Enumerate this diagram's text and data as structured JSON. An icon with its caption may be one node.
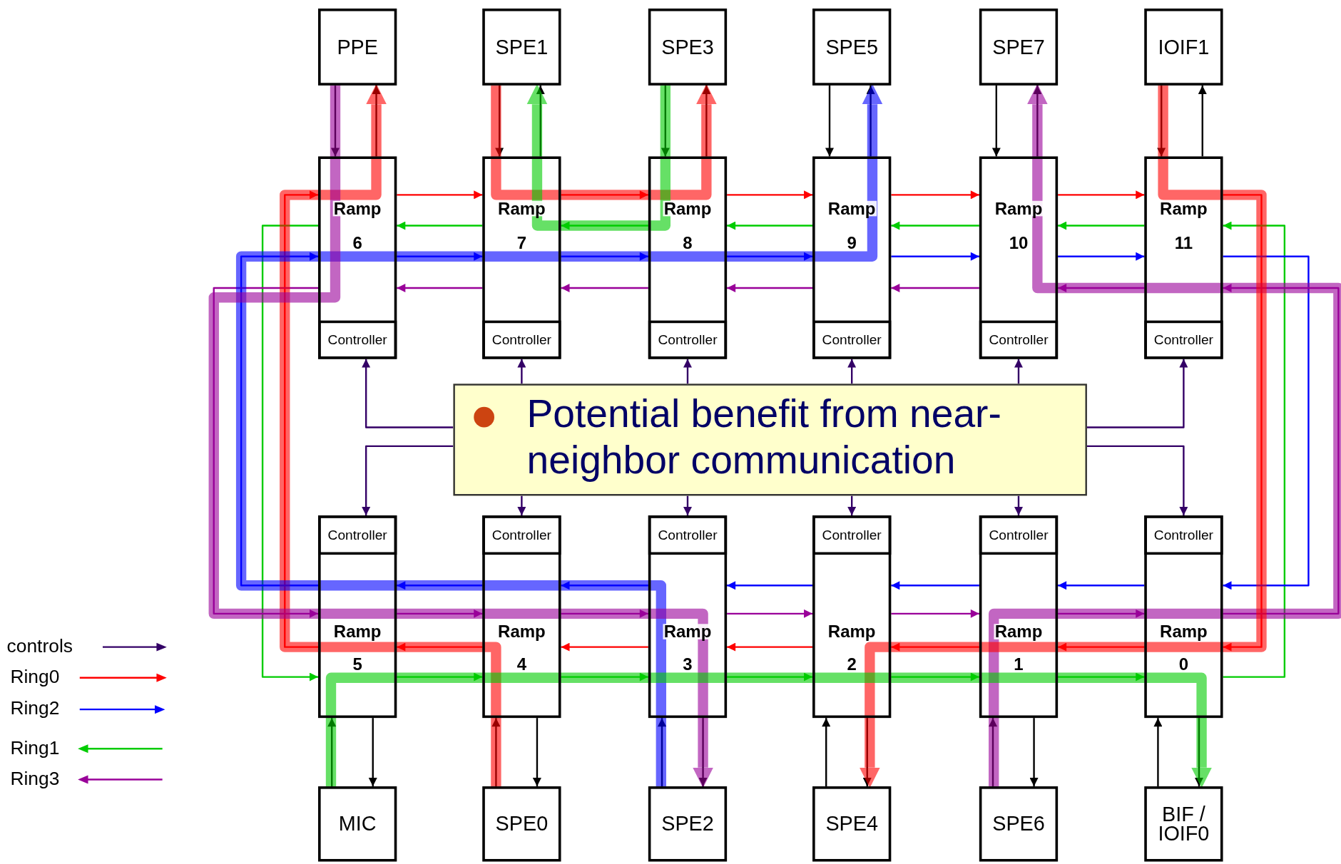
{
  "diagram": {
    "nodes": [
      {
        "text": [
          "PPE"
        ]
      },
      {
        "text": [
          "SPE1"
        ]
      },
      {
        "text": [
          "SPE3"
        ]
      },
      {
        "text": [
          "SPE5"
        ]
      },
      {
        "text": [
          "SPE7"
        ]
      },
      {
        "text": [
          "IOIF1"
        ]
      },
      {
        "text": [
          "Ramp",
          "6"
        ]
      },
      {
        "text": [
          "Controller"
        ],
        "in": 6
      },
      {
        "text": [
          "Ramp",
          "7"
        ]
      },
      {
        "text": [
          "Controller"
        ],
        "in": 8
      },
      {
        "text": [
          "Ramp",
          "8"
        ]
      },
      {
        "text": [
          "Controller"
        ],
        "in": 10
      },
      {
        "text": [
          "Ramp",
          "9"
        ]
      },
      {
        "text": [
          "Controller"
        ],
        "in": 12
      },
      {
        "text": [
          "Ramp",
          "10"
        ]
      },
      {
        "text": [
          "Controller"
        ],
        "in": 14
      },
      {
        "text": [
          "Ramp",
          "11"
        ]
      },
      {
        "text": [
          "Controller"
        ],
        "in": 16
      },
      {
        "text": [
          "Potential benefit from near-neighbor communication"
        ]
      },
      {
        "text": [
          "Ramp",
          "5"
        ]
      },
      {
        "text": [
          "Controller"
        ],
        "in": 19
      },
      {
        "text": [
          "Ramp",
          "4"
        ]
      },
      {
        "text": [
          "Controller"
        ],
        "in": 21
      },
      {
        "text": [
          "Ramp",
          "3"
        ]
      },
      {
        "text": [
          "Controller"
        ],
        "in": 23
      },
      {
        "text": [
          "Ramp",
          "2"
        ]
      },
      {
        "text": [
          "Controller"
        ],
        "in": 25
      },
      {
        "text": [
          "Ramp",
          "1"
        ]
      },
      {
        "text": [
          "Controller"
        ],
        "in": 27
      },
      {
        "text": [
          "Ramp",
          "0"
        ]
      },
      {
        "text": [
          "Controller"
        ],
        "in": 29
      },
      {
        "text": [
          "MIC"
        ]
      },
      {
        "text": [
          "SPE0"
        ]
      },
      {
        "text": [
          "SPE2"
        ]
      },
      {
        "text": [
          "SPE4"
        ]
      },
      {
        "text": [
          "SPE6"
        ]
      },
      {
        "text": [
          "BIF / IOIF0"
        ]
      }
    ],
    "edges": [
      {
        "from": 0,
        "to": 6,
        "arrow": "to"
      },
      {
        "from": 6,
        "to": 0,
        "arrow": "to"
      },
      {
        "from": 1,
        "to": 8,
        "arrow": "to"
      },
      {
        "from": 8,
        "to": 1,
        "arrow": "to"
      },
      {
        "from": 2,
        "to": 10,
        "arrow": "to"
      },
      {
        "from": 10,
        "to": 2,
        "arrow": "to"
      },
      {
        "from": 3,
        "to": 12,
        "arrow": "to"
      },
      {
        "from": 12,
        "to": 3,
        "arrow": "to"
      },
      {
        "from": 4,
        "to": 14,
        "arrow": "to"
      },
      {
        "from": 14,
        "to": 4,
        "arrow": "to"
      },
      {
        "from": 5,
        "to": 16,
        "arrow": "to"
      },
      {
        "from": 16,
        "to": 5,
        "arrow": "to"
      },
      {
        "from": 31,
        "to": 19,
        "arrow": "to"
      },
      {
        "from": 19,
        "to": 31,
        "arrow": "to"
      },
      {
        "from": 32,
        "to": 21,
        "arrow": "to"
      },
      {
        "from": 21,
        "to": 32,
        "arrow": "to"
      },
      {
        "from": 33,
        "to": 23,
        "arrow": "to"
      },
      {
        "from": 23,
        "to": 33,
        "arrow": "to"
      },
      {
        "from": 34,
        "to": 25,
        "arrow": "to"
      },
      {
        "from": 25,
        "to": 34,
        "arrow": "to"
      },
      {
        "from": 35,
        "to": 27,
        "arrow": "to"
      },
      {
        "from": 27,
        "to": 35,
        "arrow": "to"
      },
      {
        "from": 36,
        "to": 29,
        "arrow": "to"
      },
      {
        "from": 29,
        "to": 36,
        "arrow": "to"
      },
      {
        "from": 18,
        "to": 7,
        "arrow": "to",
        "color": "#330066"
      },
      {
        "from": 18,
        "to": 9,
        "arrow": "to",
        "color": "#330066"
      },
      {
        "from": 18,
        "to": 11,
        "arrow": "to",
        "color": "#330066"
      },
      {
        "from": 18,
        "to": 13,
        "arrow": "to",
        "color": "#330066"
      },
      {
        "from": 18,
        "to": 15,
        "arrow": "to",
        "color": "#330066"
      },
      {
        "from": 18,
        "to": 17,
        "arrow": "to",
        "color": "#330066"
      },
      {
        "from": 18,
        "to": 20,
        "arrow": "to",
        "color": "#330066"
      },
      {
        "from": 18,
        "to": 22,
        "arrow": "to",
        "color": "#330066"
      },
      {
        "from": 18,
        "to": 24,
        "arrow": "to",
        "color": "#330066"
      },
      {
        "from": 18,
        "to": 26,
        "arrow": "to",
        "color": "#330066"
      },
      {
        "from": 18,
        "to": 28,
        "arrow": "to",
        "color": "#330066"
      },
      {
        "from": 18,
        "to": 30,
        "arrow": "to",
        "color": "#330066"
      },
      {
        "from": 6,
        "to": 8,
        "arrow": "to",
        "color": "#ff0000"
      },
      {
        "from": 8,
        "to": 10,
        "arrow": "to",
        "color": "#ff0000"
      },
      {
        "from": 10,
        "to": 12,
        "arrow": "to",
        "color": "#ff0000"
      },
      {
        "from": 12,
        "to": 14,
        "arrow": "to",
        "color": "#ff0000"
      },
      {
        "from": 14,
        "to": 16,
        "arrow": "to",
        "color": "#ff0000"
      },
      {
        "from": 16,
        "to": 29,
        "arrow": "to",
        "color": "#ff0000"
      },
      {
        "from": 29,
        "to": 27,
        "arrow": "to",
        "color": "#ff0000"
      },
      {
        "from": 27,
        "to": 25,
        "arrow": "to",
        "color": "#ff0000"
      },
      {
        "from": 25,
        "to": 23,
        "arrow": "to",
        "color": "#ff0000"
      },
      {
        "from": 23,
        "to": 21,
        "arrow": "to",
        "color": "#ff0000"
      },
      {
        "from": 21,
        "to": 19,
        "arrow": "to",
        "color": "#ff0000"
      },
      {
        "from": 19,
        "to": 6,
        "arrow": "to",
        "color": "#ff0000"
      },
      {
        "from": 16,
        "to": 14,
        "arrow": "to",
        "color": "#00cc00"
      },
      {
        "from": 14,
        "to": 12,
        "arrow": "to",
        "color": "#00cc00"
      },
      {
        "from": 12,
        "to": 10,
        "arrow": "to",
        "color": "#00cc00"
      },
      {
        "from": 10,
        "to": 8,
        "arrow": "to",
        "color": "#00cc00"
      },
      {
        "from": 8,
        "to": 6,
        "arrow": "to",
        "color": "#00cc00"
      },
      {
        "from": 6,
        "to": 19,
        "arrow": "to",
        "color": "#00cc00"
      },
      {
        "from": 19,
        "to": 21,
        "arrow": "to",
        "color": "#00cc00"
      },
      {
        "from": 21,
        "to": 23,
        "arrow": "to",
        "color": "#00cc00"
      },
      {
        "from": 23,
        "to": 25,
        "arrow": "to",
        "color": "#00cc00"
      },
      {
        "from": 25,
        "to": 27,
        "arrow": "to",
        "color": "#00cc00"
      },
      {
        "from": 27,
        "to": 29,
        "arrow": "to",
        "color": "#00cc00"
      },
      {
        "from": 29,
        "to": 16,
        "arrow": "to",
        "color": "#00cc00"
      },
      {
        "from": 6,
        "to": 8,
        "arrow": "to",
        "color": "#0000ff"
      },
      {
        "from": 8,
        "to": 10,
        "arrow": "to",
        "color": "#0000ff"
      },
      {
        "from": 10,
        "to": 12,
        "arrow": "to",
        "color": "#0000ff"
      },
      {
        "from": 12,
        "to": 14,
        "arrow": "to",
        "color": "#0000ff"
      },
      {
        "from": 14,
        "to": 16,
        "arrow": "to",
        "color": "#0000ff"
      },
      {
        "from": 16,
        "to": 29,
        "arrow": "to",
        "color": "#0000ff"
      },
      {
        "from": 29,
        "to": 27,
        "arrow": "to",
        "color": "#0000ff"
      },
      {
        "from": 27,
        "to": 25,
        "arrow": "to",
        "color": "#0000ff"
      },
      {
        "from": 25,
        "to": 23,
        "arrow": "to",
        "color": "#0000ff"
      },
      {
        "from": 23,
        "to": 21,
        "arrow": "to",
        "color": "#0000ff"
      },
      {
        "from": 21,
        "to": 19,
        "arrow": "to",
        "color": "#0000ff"
      },
      {
        "from": 19,
        "to": 6,
        "arrow": "to",
        "color": "#0000ff"
      },
      {
        "from": 16,
        "to": 14,
        "arrow": "to",
        "color": "#990099"
      },
      {
        "from": 14,
        "to": 12,
        "arrow": "to",
        "color": "#990099"
      },
      {
        "from": 12,
        "to": 10,
        "arrow": "to",
        "color": "#990099"
      },
      {
        "from": 10,
        "to": 8,
        "arrow": "to",
        "color": "#990099"
      },
      {
        "from": 8,
        "to": 6,
        "arrow": "to",
        "color": "#990099"
      },
      {
        "from": 6,
        "to": 19,
        "arrow": "to",
        "color": "#990099"
      },
      {
        "from": 19,
        "to": 21,
        "arrow": "to",
        "color": "#990099"
      },
      {
        "from": 21,
        "to": 23,
        "arrow": "to",
        "color": "#990099"
      },
      {
        "from": 23,
        "to": 25,
        "arrow": "to",
        "color": "#990099"
      },
      {
        "from": 25,
        "to": 27,
        "arrow": "to",
        "color": "#990099"
      },
      {
        "from": 27,
        "to": 29,
        "arrow": "to",
        "color": "#990099"
      },
      {
        "from": 29,
        "to": 16,
        "arrow": "to",
        "color": "#990099"
      },
      {
        "from": 32,
        "to": 0,
        "arrow": "to",
        "style": "thick",
        "color": "#ff0000"
      },
      {
        "from": 1,
        "to": 2,
        "arrow": "to",
        "style": "thick",
        "color": "#ff0000"
      },
      {
        "from": 2,
        "to": 1,
        "arrow": "to",
        "style": "thick",
        "color": "#00cc00"
      },
      {
        "from": 33,
        "to": 3,
        "arrow": "to",
        "style": "thick",
        "color": "#0000ff"
      },
      {
        "from": 0,
        "to": 33,
        "arrow": "to",
        "style": "thick",
        "color": "#990099"
      },
      {
        "from": 35,
        "to": 4,
        "arrow": "to",
        "style": "thick",
        "color": "#990099"
      },
      {
        "from": 5,
        "to": 34,
        "arrow": "to",
        "style": "thick",
        "color": "#ff0000"
      },
      {
        "from": 31,
        "to": 36,
        "arrow": "to",
        "style": "thick",
        "color": "#00cc00"
      }
    ],
    "legend": [
      {
        "text": "controls"
      },
      {
        "text": "Ring0"
      },
      {
        "text": "Ring2"
      },
      {
        "text": "Ring1"
      },
      {
        "text": "Ring3"
      }
    ]
  }
}
